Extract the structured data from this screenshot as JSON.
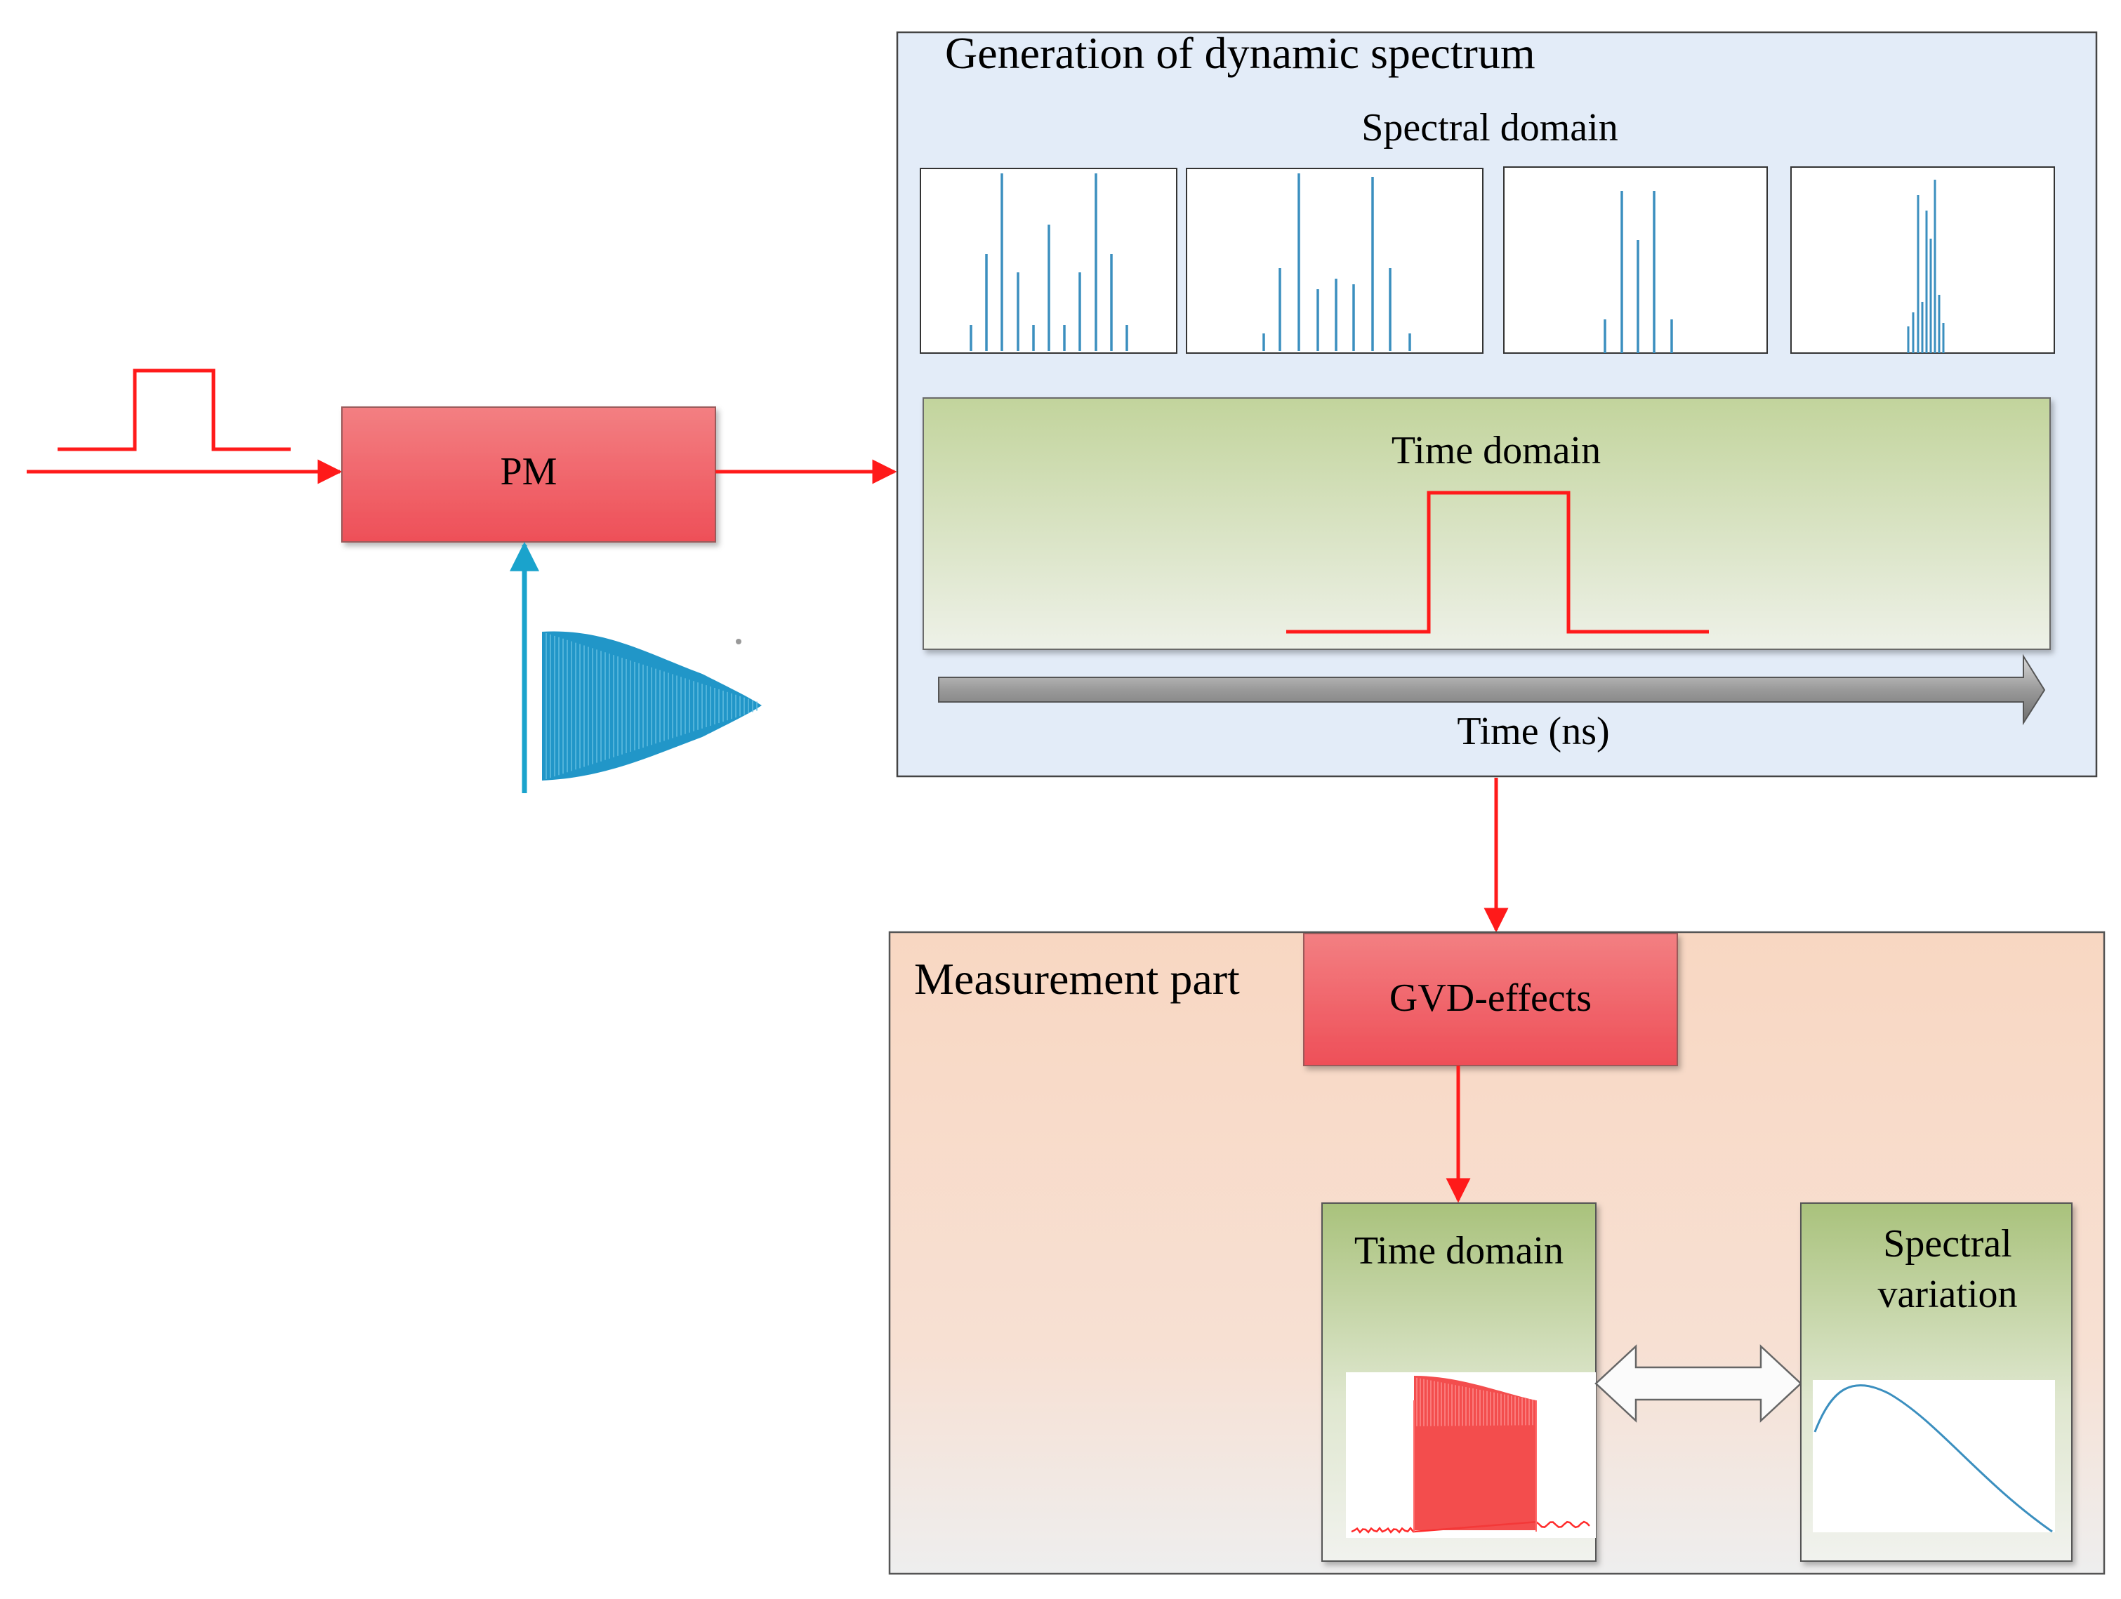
{
  "pm_block": {
    "label": "PM"
  },
  "generation_panel": {
    "title": "Generation of dynamic spectrum",
    "spectral_label": "Spectral domain",
    "time_label": "Time domain",
    "time_axis_label": "Time (ns)"
  },
  "measurement_panel": {
    "title": "Measurement part",
    "gvd_label": "GVD-effects",
    "time_label": "Time domain",
    "spectral_label_line1": "Spectral",
    "spectral_label_line2": "variation"
  },
  "colors": {
    "signal_red": "#ff1a1a",
    "rf_blue": "#1aa3cc",
    "spectrum_blue": "#3b8fbf",
    "block_red": "#f0626a",
    "generation_bg": "#e4edf8",
    "measurement_bg": "#f9dcc8",
    "time_panel_green": "#c8d8a6"
  }
}
